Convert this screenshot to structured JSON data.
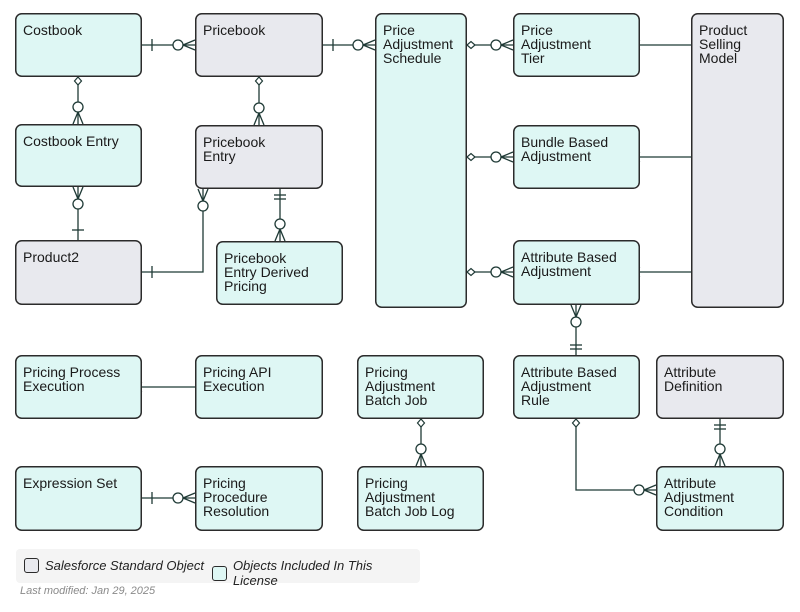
{
  "colors": {
    "standard_fill": "#e8e9ee",
    "license_fill": "#def7f4",
    "border": "#2b2b2b",
    "line": "#1f3a36"
  },
  "entities": {
    "costbook": {
      "lines": [
        "Costbook"
      ],
      "kind": "license"
    },
    "pricebook": {
      "lines": [
        "Pricebook"
      ],
      "kind": "standard"
    },
    "price_adjustment_schedule": {
      "lines": [
        "Price",
        "Adjustment",
        "Schedule"
      ],
      "kind": "license"
    },
    "price_adjustment_tier": {
      "lines": [
        "Price",
        "Adjustment",
        "Tier"
      ],
      "kind": "license"
    },
    "product_selling_model": {
      "lines": [
        "Product",
        "Selling",
        "Model"
      ],
      "kind": "standard"
    },
    "costbook_entry": {
      "lines": [
        "Costbook Entry"
      ],
      "kind": "license"
    },
    "pricebook_entry": {
      "lines": [
        "Pricebook",
        "Entry"
      ],
      "kind": "standard"
    },
    "bundle_based_adjustment": {
      "lines": [
        "Bundle Based",
        "Adjustment"
      ],
      "kind": "license"
    },
    "product2": {
      "lines": [
        "Product2"
      ],
      "kind": "standard"
    },
    "pricebook_entry_derived_pricing": {
      "lines": [
        "Pricebook",
        "Entry Derived",
        "Pricing"
      ],
      "kind": "license"
    },
    "attribute_based_adjustment": {
      "lines": [
        "Attribute Based",
        "Adjustment"
      ],
      "kind": "license"
    },
    "pricing_process_execution": {
      "lines": [
        "Pricing Process",
        "Execution"
      ],
      "kind": "license"
    },
    "pricing_api_execution": {
      "lines": [
        "Pricing API",
        "Execution"
      ],
      "kind": "license"
    },
    "pricing_adjustment_batch_job": {
      "lines": [
        "Pricing",
        "Adjustment",
        "Batch Job"
      ],
      "kind": "license"
    },
    "attribute_based_adjustment_rule": {
      "lines": [
        "Attribute Based",
        "Adjustment",
        "Rule"
      ],
      "kind": "license"
    },
    "attribute_definition": {
      "lines": [
        "Attribute",
        "Definition"
      ],
      "kind": "standard"
    },
    "expression_set": {
      "lines": [
        "Expression Set"
      ],
      "kind": "license"
    },
    "pricing_procedure_resolution": {
      "lines": [
        "Pricing",
        "Procedure",
        "Resolution"
      ],
      "kind": "license"
    },
    "pricing_adjustment_batch_job_log": {
      "lines": [
        "Pricing",
        "Adjustment",
        "Batch Job Log"
      ],
      "kind": "license"
    },
    "attribute_adjustment_condition": {
      "lines": [
        "Attribute",
        "Adjustment",
        "Condition"
      ],
      "kind": "license"
    }
  },
  "legend": {
    "standard_label": "Salesforce Standard Object",
    "license_label": "Objects Included In This License"
  },
  "footer": "Last modified: Jan 29, 2025"
}
